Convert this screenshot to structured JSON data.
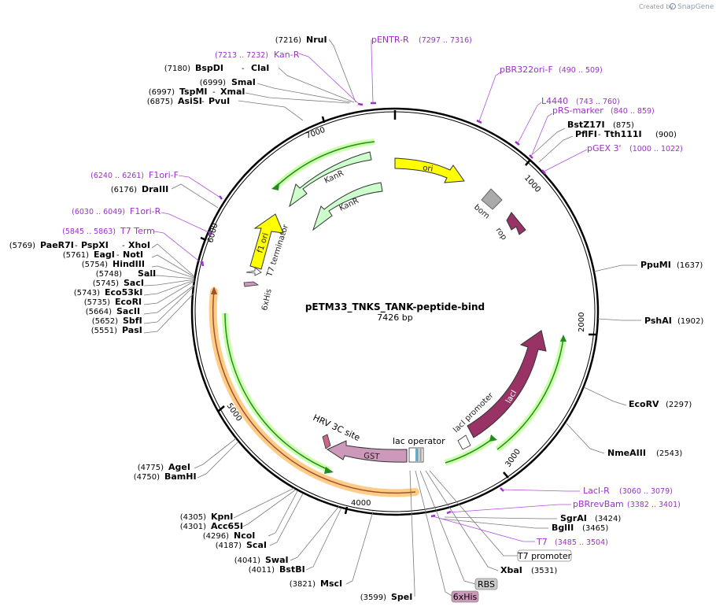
{
  "credit": {
    "prefix": "Created by",
    "brand": "SnapGene"
  },
  "plasmid": {
    "name": "pETM33_TNKS_TANK-peptide-bind",
    "size_label": "7426 bp",
    "length": 7426
  },
  "ticks": [
    "1000",
    "2000",
    "3000",
    "4000",
    "5000",
    "6000",
    "7000"
  ],
  "enzymes": [
    {
      "name": "NruI",
      "pos": "(7216)"
    },
    {
      "name": "BspDI",
      "alt": "ClaI",
      "pos": "(7180)"
    },
    {
      "name": "SmaI",
      "pos": "(6999)"
    },
    {
      "name": "TspMI",
      "alt": "XmaI",
      "pos": "(6997)"
    },
    {
      "name": "AsiSI",
      "alt": "PvuI",
      "pos": "(6875)"
    },
    {
      "name": "DraIII",
      "pos": "(6176)"
    },
    {
      "name": "PaeR7I",
      "alt": "PspXI",
      "alt2": "XhoI",
      "pos": "(5769)"
    },
    {
      "name": "EagI",
      "alt": "NotI",
      "pos": "(5761)"
    },
    {
      "name": "HindIII",
      "pos": "(5754)"
    },
    {
      "name": "SalI",
      "pos": "(5748)"
    },
    {
      "name": "SacI",
      "pos": "(5745)"
    },
    {
      "name": "Eco53kI",
      "pos": "(5743)"
    },
    {
      "name": "EcoRI",
      "pos": "(5735)"
    },
    {
      "name": "SacII",
      "pos": "(5664)"
    },
    {
      "name": "SbfI",
      "pos": "(5652)"
    },
    {
      "name": "PasI",
      "pos": "(5551)"
    },
    {
      "name": "AgeI",
      "pos": "(4775)"
    },
    {
      "name": "BamHI",
      "pos": "(4750)"
    },
    {
      "name": "KpnI",
      "pos": "(4305)"
    },
    {
      "name": "Acc65I",
      "pos": "(4301)"
    },
    {
      "name": "NcoI",
      "pos": "(4296)"
    },
    {
      "name": "ScaI",
      "pos": "(4187)"
    },
    {
      "name": "SwaI",
      "pos": "(4041)"
    },
    {
      "name": "BstBI",
      "pos": "(4011)"
    },
    {
      "name": "MscI",
      "pos": "(3821)"
    },
    {
      "name": "SpeI",
      "pos": "(3599)"
    },
    {
      "name": "BstZ17I",
      "pos": "(875)"
    },
    {
      "name": "PflFI",
      "alt": "Tth111I",
      "pos": "(900)"
    },
    {
      "name": "PpuMI",
      "pos": "(1637)"
    },
    {
      "name": "PshAI",
      "pos": "(1902)"
    },
    {
      "name": "EcoRV",
      "pos": "(2297)"
    },
    {
      "name": "NmeAIII",
      "pos": "(2543)"
    },
    {
      "name": "SgrAI",
      "pos": "(3424)"
    },
    {
      "name": "BglII",
      "pos": "(3465)"
    },
    {
      "name": "XbaI",
      "pos": "(3531)"
    }
  ],
  "primers": [
    {
      "name": "Kan-R",
      "range": "(7213 .. 7232)"
    },
    {
      "name": "pENTR-R",
      "range": "(7297 .. 7316)"
    },
    {
      "name": "pBR322ori-F",
      "range": "(490 .. 509)"
    },
    {
      "name": "L4440",
      "range": "(743 .. 760)"
    },
    {
      "name": "pRS-marker",
      "range": "(840 .. 859)"
    },
    {
      "name": "pGEX 3'",
      "range": "(1000 .. 1022)"
    },
    {
      "name": "F1ori-F",
      "range": "(6240 .. 6261)"
    },
    {
      "name": "F1ori-R",
      "range": "(6030 .. 6049)"
    },
    {
      "name": "T7 Term",
      "range": "(5845 .. 5863)"
    },
    {
      "name": "LacI-R",
      "range": "(3060 .. 3079)"
    },
    {
      "name": "pBRrevBam",
      "range": "(3382 .. 3401)"
    },
    {
      "name": "T7",
      "range": "(3485 .. 3504)"
    }
  ],
  "features": {
    "ori": "ori",
    "kanr1": "KanR",
    "kanr2": "KanR",
    "f1ori": "f1 ori",
    "t7term": "T7 terminator",
    "his6_top": "6xHis",
    "bom": "bom",
    "rop": "rop",
    "laci": "lacI",
    "laci_promoter": "lacI promoter",
    "lac_operator": "lac operator",
    "gst": "GST",
    "hrv3c": "HRV 3C site"
  },
  "boxed": {
    "t7_promoter": "T7 promoter",
    "rbs": "RBS",
    "his6": "6xHis"
  },
  "colors": {
    "primer": "#9b30c8",
    "ori": "#ffff00",
    "kanr": "#ccffcc",
    "laci": "#993366",
    "gst": "#cc99bb",
    "orf_glow": "#ccffaa",
    "orf_line": "#228b22",
    "orange_glow": "#ffcc88",
    "bom": "#aaaaaa"
  }
}
